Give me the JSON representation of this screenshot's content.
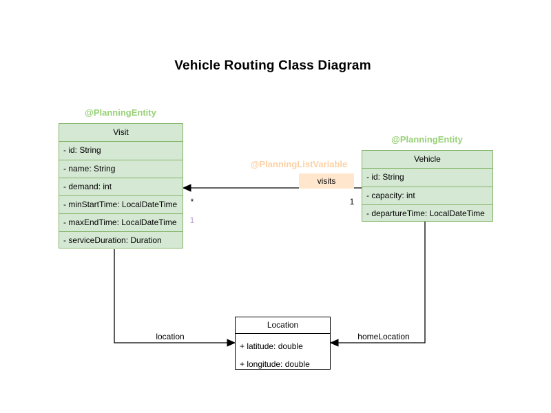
{
  "title": "Vehicle Routing Class Diagram",
  "colors": {
    "class_fill": "#d5e8d4",
    "class_border": "#82b366",
    "entity_annotation": "#97d077",
    "list_variable_annotation": "#fed1a4",
    "edge_label_bg": "#ffe6cc",
    "plain_class_border": "#000000",
    "muted_multiplicity": "#b1a0cf"
  },
  "classes": {
    "visit": {
      "annotation": "@PlanningEntity",
      "name": "Visit",
      "attributes": [
        "- id: String",
        "- name: String",
        "- demand: int",
        "- minStartTime: LocalDateTime",
        "- maxEndTime: LocalDateTime",
        "- serviceDuration: Duration"
      ]
    },
    "vehicle": {
      "annotation": "@PlanningEntity",
      "name": "Vehicle",
      "attributes": [
        "- id: String",
        "- capacity: int",
        "- departureTime: LocalDateTime"
      ]
    },
    "location": {
      "name": "Location",
      "attributes": [
        "+ latitude: double",
        "+ longitude: double"
      ]
    }
  },
  "relations": {
    "visits": {
      "annotation": "@PlanningListVariable",
      "label": "visits",
      "target_multiplicity": "*",
      "source_multiplicity": "1",
      "shadow_multiplicity": "1"
    },
    "location": {
      "label": "location"
    },
    "home_location": {
      "label": "homeLocation"
    }
  }
}
